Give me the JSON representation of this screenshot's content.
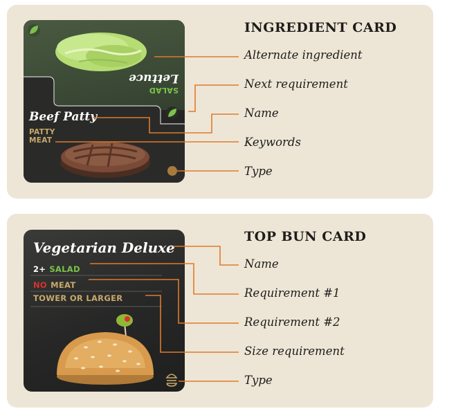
{
  "ingredient_card": {
    "heading": "INGREDIENT CARD",
    "labels": {
      "alternate": "Alternate ingredient",
      "next": "Next requirement",
      "name": "Name",
      "keywords": "Keywords",
      "type": "Type"
    },
    "card": {
      "alt_name": "Lettuce",
      "alt_keyword": "SALAD",
      "name": "Beef Patty",
      "keyword_1": "PATTY",
      "keyword_2": "MEAT"
    }
  },
  "top_bun_card": {
    "heading": "TOP BUN CARD",
    "labels": {
      "name": "Name",
      "req1": "Requirement #1",
      "req2": "Requirement #2",
      "size": "Size requirement",
      "type": "Type"
    },
    "card": {
      "name": "Vegetarian Deluxe",
      "req1_prefix": "2+",
      "req1_keyword": "SALAD",
      "req2_prefix": "NO",
      "req2_keyword": "MEAT",
      "size_req": "TOWER OR LARGER"
    }
  },
  "colors": {
    "panel": "#ede6d6",
    "leader_line": "#e07a2b",
    "salad_green": "#7cc24a",
    "no_red": "#d9322b",
    "keyword_gold": "#c9a86a"
  }
}
